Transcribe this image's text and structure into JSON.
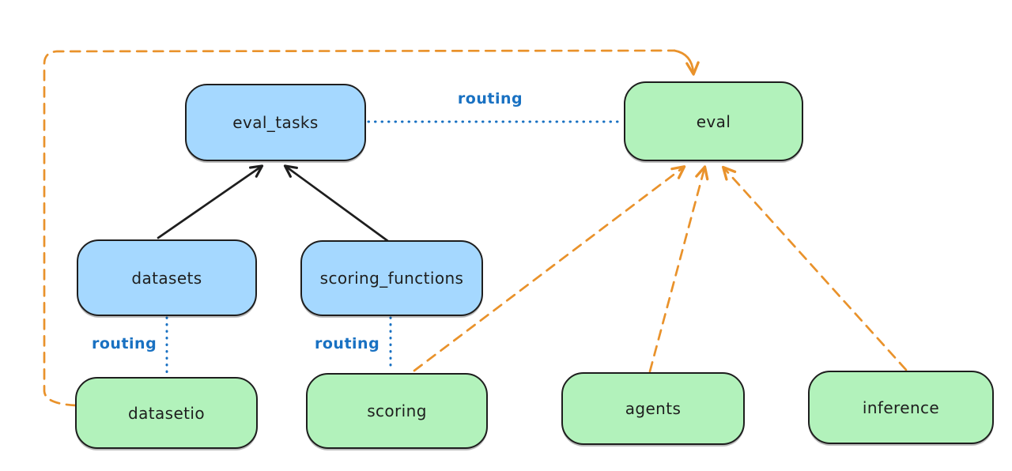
{
  "diagram": {
    "type": "architecture-graph",
    "background": "#ffffff",
    "colors": {
      "api_node_fill": "#a5d8ff",
      "provider_node_fill": "#b2f2bb",
      "node_stroke": "#1e1e1e",
      "routing_accent": "#1971c2",
      "provider_edge_accent": "#e9922b"
    },
    "nodes": [
      {
        "id": "eval_tasks",
        "label": "eval_tasks",
        "kind": "api"
      },
      {
        "id": "datasets",
        "label": "datasets",
        "kind": "api"
      },
      {
        "id": "scoring_functions",
        "label": "scoring_functions",
        "kind": "api"
      },
      {
        "id": "eval",
        "label": "eval",
        "kind": "provider"
      },
      {
        "id": "datasetio",
        "label": "datasetio",
        "kind": "provider"
      },
      {
        "id": "scoring",
        "label": "scoring",
        "kind": "provider"
      },
      {
        "id": "agents",
        "label": "agents",
        "kind": "provider"
      },
      {
        "id": "inference",
        "label": "inference",
        "kind": "provider"
      }
    ],
    "edges": [
      {
        "from": "datasets",
        "to": "eval_tasks",
        "style": "solid-black-arrow"
      },
      {
        "from": "scoring_functions",
        "to": "eval_tasks",
        "style": "solid-black-arrow"
      },
      {
        "from": "eval_tasks",
        "to": "eval",
        "style": "dotted-blue",
        "label": "routing"
      },
      {
        "from": "datasets",
        "to": "datasetio",
        "style": "dotted-blue",
        "label": "routing"
      },
      {
        "from": "scoring_functions",
        "to": "scoring",
        "style": "dotted-blue",
        "label": "routing"
      },
      {
        "from": "datasetio",
        "to": "eval",
        "style": "dashed-orange-arrow"
      },
      {
        "from": "scoring",
        "to": "eval",
        "style": "dashed-orange-arrow"
      },
      {
        "from": "agents",
        "to": "eval",
        "style": "dashed-orange-arrow"
      },
      {
        "from": "inference",
        "to": "eval",
        "style": "dashed-orange-arrow"
      }
    ]
  }
}
